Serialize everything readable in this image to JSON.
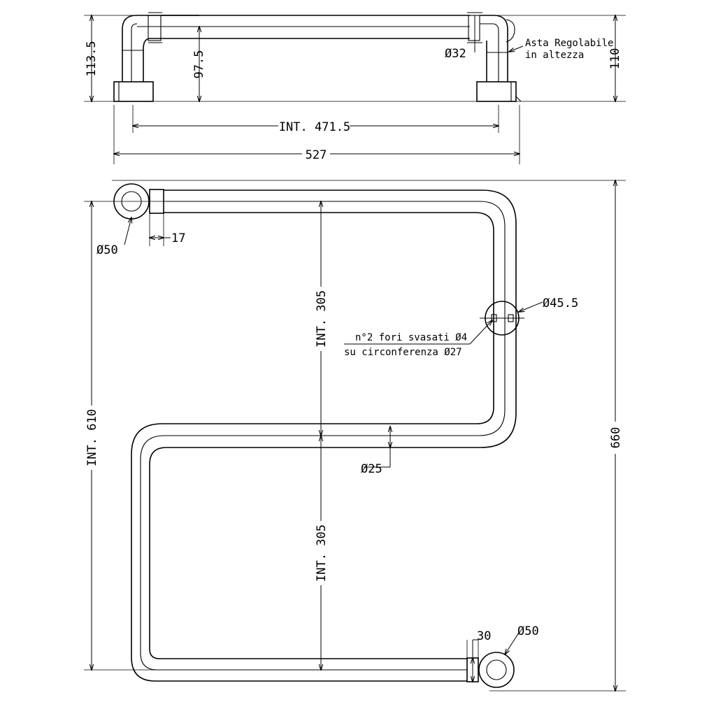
{
  "top_view": {
    "label_height_total": "113.5",
    "label_height_inner": "97.5",
    "label_bar_diameter": "Ø32",
    "label_height_right": "110",
    "label_int_width": "INT. 471.5",
    "label_overall_width": "527",
    "note_line1": "Asta Regolabile",
    "note_line2": "in altezza"
  },
  "front_view": {
    "label_flange_top": "Ø50",
    "label_offset": "17",
    "label_int_upper": "INT. 305",
    "label_int_lower": "INT. 305",
    "label_int_total": "INT. 610",
    "label_overall_height": "660",
    "label_mid_flange": "Ø45.5",
    "note_holes_line1": "n°2 fori svasati Ø4",
    "note_holes_line2": "su circonferenza Ø27",
    "label_tube": "Ø25",
    "label_end_width": "30",
    "label_flange_bottom": "Ø50"
  }
}
